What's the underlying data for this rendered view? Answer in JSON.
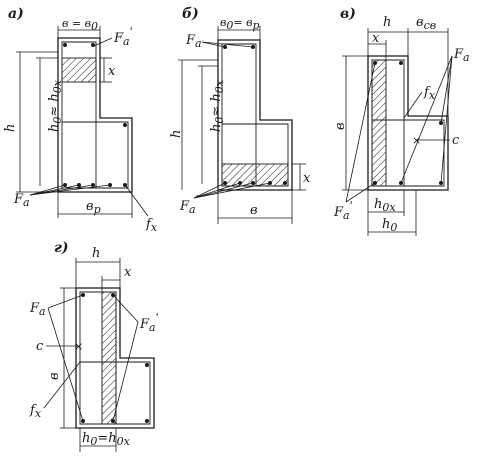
{
  "panels": {
    "a": {
      "tag": "а)",
      "b_top": "в = в",
      "b_top_sub": "0",
      "Fa_prime": "F",
      "Fa_prime_sub": "a",
      "Fa_prime_mark": "'",
      "x": "x",
      "h": "h",
      "h0": "h",
      "h0_sub": "0",
      "approx": "≈ h",
      "approx_sub": "0x",
      "Fa": "F",
      "Fa_sub": "a",
      "bp": "в",
      "bp_sub": "p",
      "fx": "f",
      "fx_sub": "x"
    },
    "b": {
      "tag": "б)",
      "b_top": "в",
      "b_top_sub": "0",
      "b_top_eq": "= в",
      "b_top_eq_sub": "p",
      "Fa_top": "F",
      "Fa_top_sub": "a",
      "h": "h",
      "h0": "h",
      "h0_sub": "0",
      "approx": "≈ h",
      "approx_sub": "0x",
      "x": "x",
      "Fa_prime": "F",
      "Fa_prime_sub": "a",
      "Fa_prime_mark": "'",
      "b": "в"
    },
    "c": {
      "tag": "в)",
      "h": "h",
      "bsv": "в",
      "bsv_sub": "св",
      "x": "x",
      "Fa": "F",
      "Fa_sub": "a",
      "fx": "f",
      "fx_sub": "x",
      "c": "c",
      "b": "в",
      "Fa_prime": "F",
      "Fa_prime_sub": "a",
      "Fa_prime_mark": "'",
      "h0x": "h",
      "h0x_sub": "0x",
      "h0": "h",
      "h0_sub": "0"
    },
    "d": {
      "tag": "г)",
      "h": "h",
      "x": "x",
      "Fa": "F",
      "Fa_sub": "a",
      "Fa_prime": "F",
      "Fa_prime_sub": "a",
      "Fa_prime_mark": "'",
      "c": "c",
      "b": "в",
      "fx": "f",
      "fx_sub": "x",
      "h0": "h",
      "h0_sub": "0",
      "h0_eq": "=h",
      "h0_eq_sub": "0x"
    }
  },
  "colors": {
    "ink": "#1a1a1a",
    "paper": "#ffffff"
  }
}
